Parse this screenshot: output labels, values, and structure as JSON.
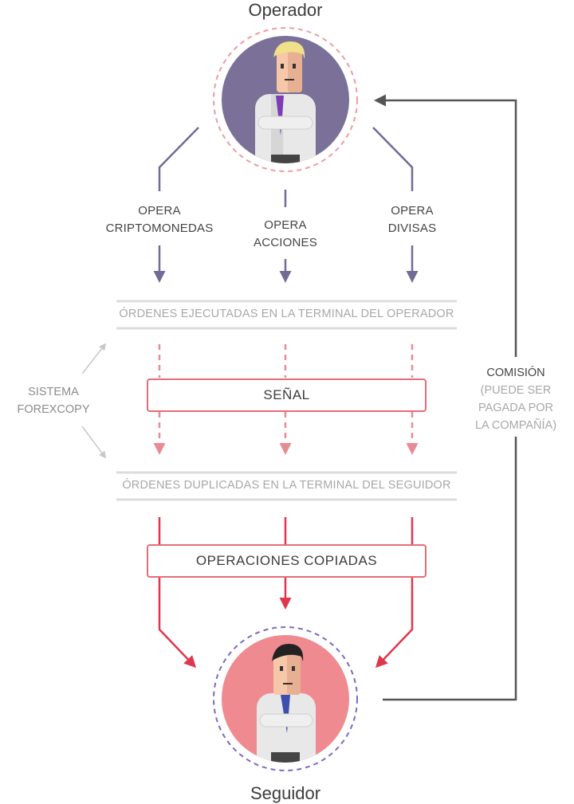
{
  "operator": {
    "title": "Operador"
  },
  "follower": {
    "title": "Seguidor"
  },
  "branches": [
    {
      "line1": "OPERA",
      "line2": "CRIPTOMONEDAS"
    },
    {
      "line1": "OPERA",
      "line2": "ACCIONES"
    },
    {
      "line1": "OPERA",
      "line2": "DIVISAS"
    }
  ],
  "bands": {
    "executed": "ÓRDENES EJECUTADAS EN LA TERMINAL DEL OPERADOR",
    "duplicated": "ÓRDENES DUPLICADAS EN LA TERMINAL DEL SEGUIDOR"
  },
  "signal_box": "SEÑAL",
  "copied_box": "OPERACIONES COPIADAS",
  "system": {
    "line1": "SISTEMA",
    "line2": "FOREXCOPY"
  },
  "commission": {
    "title": "COMISIÓN",
    "sub1": "(PUEDE SER",
    "sub2": "PAGADA POR",
    "sub3": "LA COMPAÑÍA)"
  },
  "colors": {
    "operator_line": "#736a96",
    "signal": "#e98b94",
    "copied": "#e0364c",
    "commission": "#555555",
    "operator_bg": "#7b7098",
    "follower_bg": "#ef8a90"
  }
}
